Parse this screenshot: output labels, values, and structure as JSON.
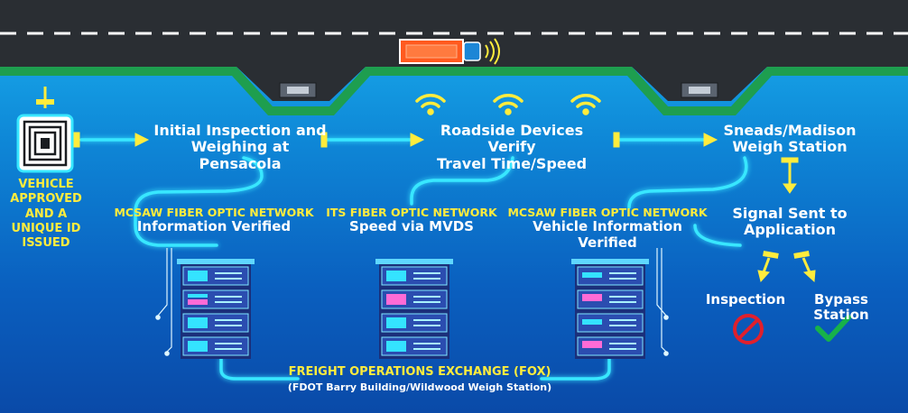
{
  "colors": {
    "road": "#2a2e33",
    "grass": "#1e9e4f",
    "sky_top": "#1bb3f0",
    "sky_bottom": "#0a4aa8",
    "accent_yellow": "#ffec3d",
    "cyan_line": "#38e7ff",
    "stop_red": "#e0202c",
    "ok_green": "#17b24a"
  },
  "steps": {
    "vehicle_tag": {
      "line1": "VEHICLE",
      "line2": "APPROVED",
      "line3": "AND A",
      "line4": "UNIQUE ID",
      "line5": "ISSUED"
    },
    "initial": {
      "line1": "Initial Inspection and",
      "line2": "Weighing at Pensacola"
    },
    "roadside": {
      "line1": "Roadside Devices Verify",
      "line2": "Travel Time/Speed"
    },
    "weigh": {
      "line1": "Sneads/Madison",
      "line2": "Weigh Station"
    },
    "signal": {
      "line1": "Signal Sent to",
      "line2": "Application"
    }
  },
  "networks": {
    "mcsaw_left": {
      "title": "MCSAW FIBER OPTIC NETWORK",
      "subtitle": "Information Verified"
    },
    "its": {
      "title": "ITS FIBER OPTIC NETWORK",
      "subtitle": "Speed via MVDS"
    },
    "mcsaw_right": {
      "title": "MCSAW FIBER OPTIC NETWORK",
      "subtitle": "Vehicle Information Verified"
    }
  },
  "outcomes": {
    "inspection": "Inspection",
    "bypass": "Bypass Station"
  },
  "fox": {
    "title": "FREIGHT OPERATIONS EXCHANGE (FOX)",
    "subtitle": "(FDOT Barry Building/Wildwood Weigh Station)"
  },
  "icons": [
    "rfid-tag-icon",
    "truck-icon",
    "wifi-signal-icon",
    "server-rack-icon",
    "scale-sensor-icon",
    "prohibited-icon",
    "checkmark-icon"
  ]
}
